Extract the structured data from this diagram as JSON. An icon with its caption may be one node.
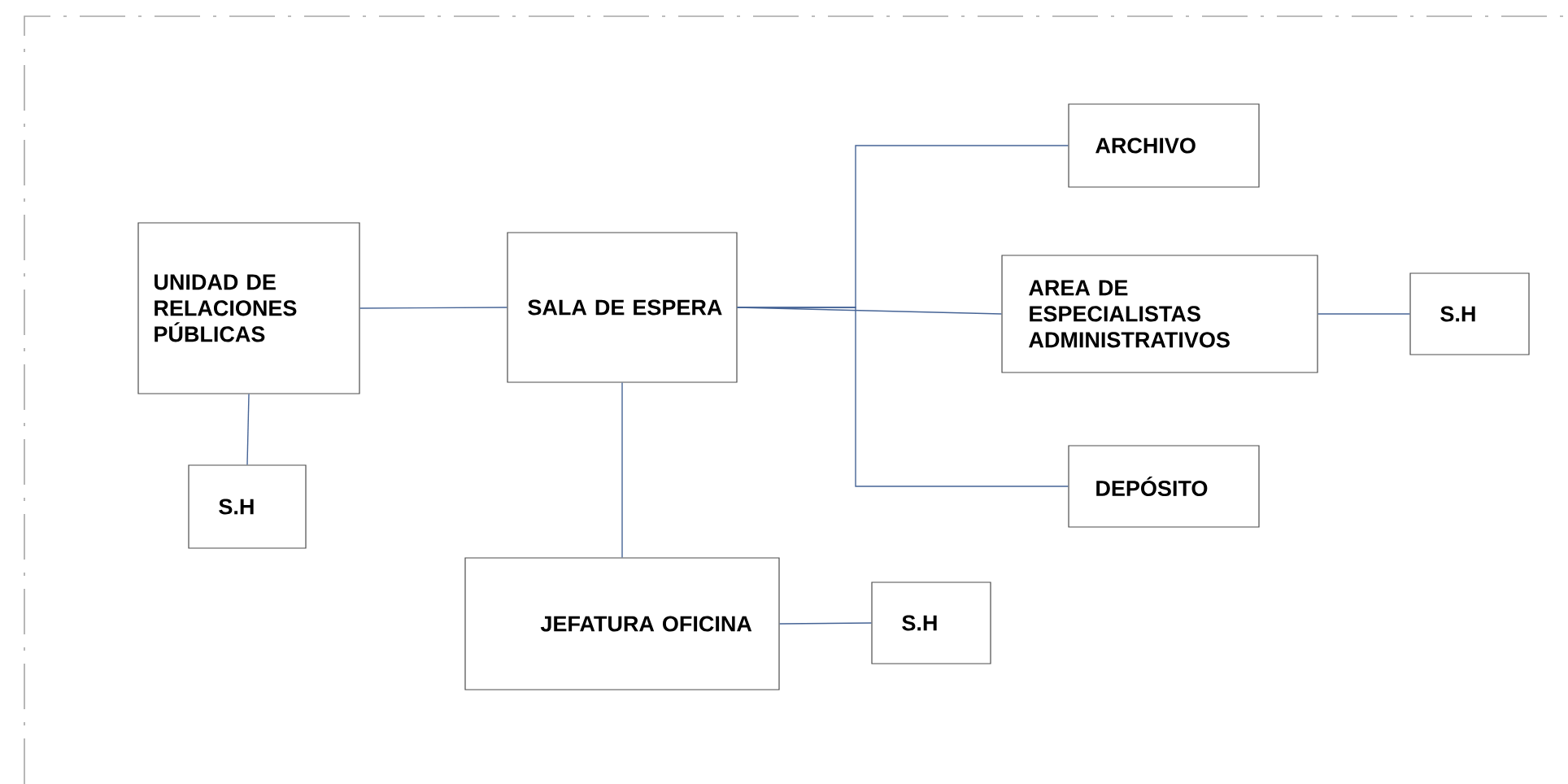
{
  "diagram": {
    "nodes": [
      {
        "text": [
          "UNIDAD DE RELACIONES PÚBLICAS"
        ]
      },
      {
        "text": [
          "S.H"
        ]
      },
      {
        "text": [
          "SALA DE ESPERA"
        ]
      },
      {
        "text": [
          "JEFATURA OFICINA"
        ]
      },
      {
        "text": [
          "S.H"
        ]
      },
      {
        "text": [
          "ARCHIVO"
        ]
      },
      {
        "text": [
          "AREA DE ESPECIALISTAS ADMINISTRATIVOS"
        ]
      },
      {
        "text": [
          "S.H"
        ]
      },
      {
        "text": [
          "DEPÓSITO"
        ]
      }
    ],
    "edges": [
      {
        "from": 0,
        "to": 2,
        "arrow": "none"
      },
      {
        "from": 0,
        "to": 1,
        "arrow": "none"
      },
      {
        "from": 2,
        "to": 5,
        "arrow": "none"
      },
      {
        "from": 2,
        "to": 6,
        "arrow": "none"
      },
      {
        "from": 2,
        "to": 8,
        "arrow": "none"
      },
      {
        "from": 6,
        "to": 7,
        "arrow": "none"
      },
      {
        "from": 2,
        "to": 3,
        "arrow": "none"
      },
      {
        "from": 3,
        "to": 4,
        "arrow": "none"
      }
    ]
  }
}
